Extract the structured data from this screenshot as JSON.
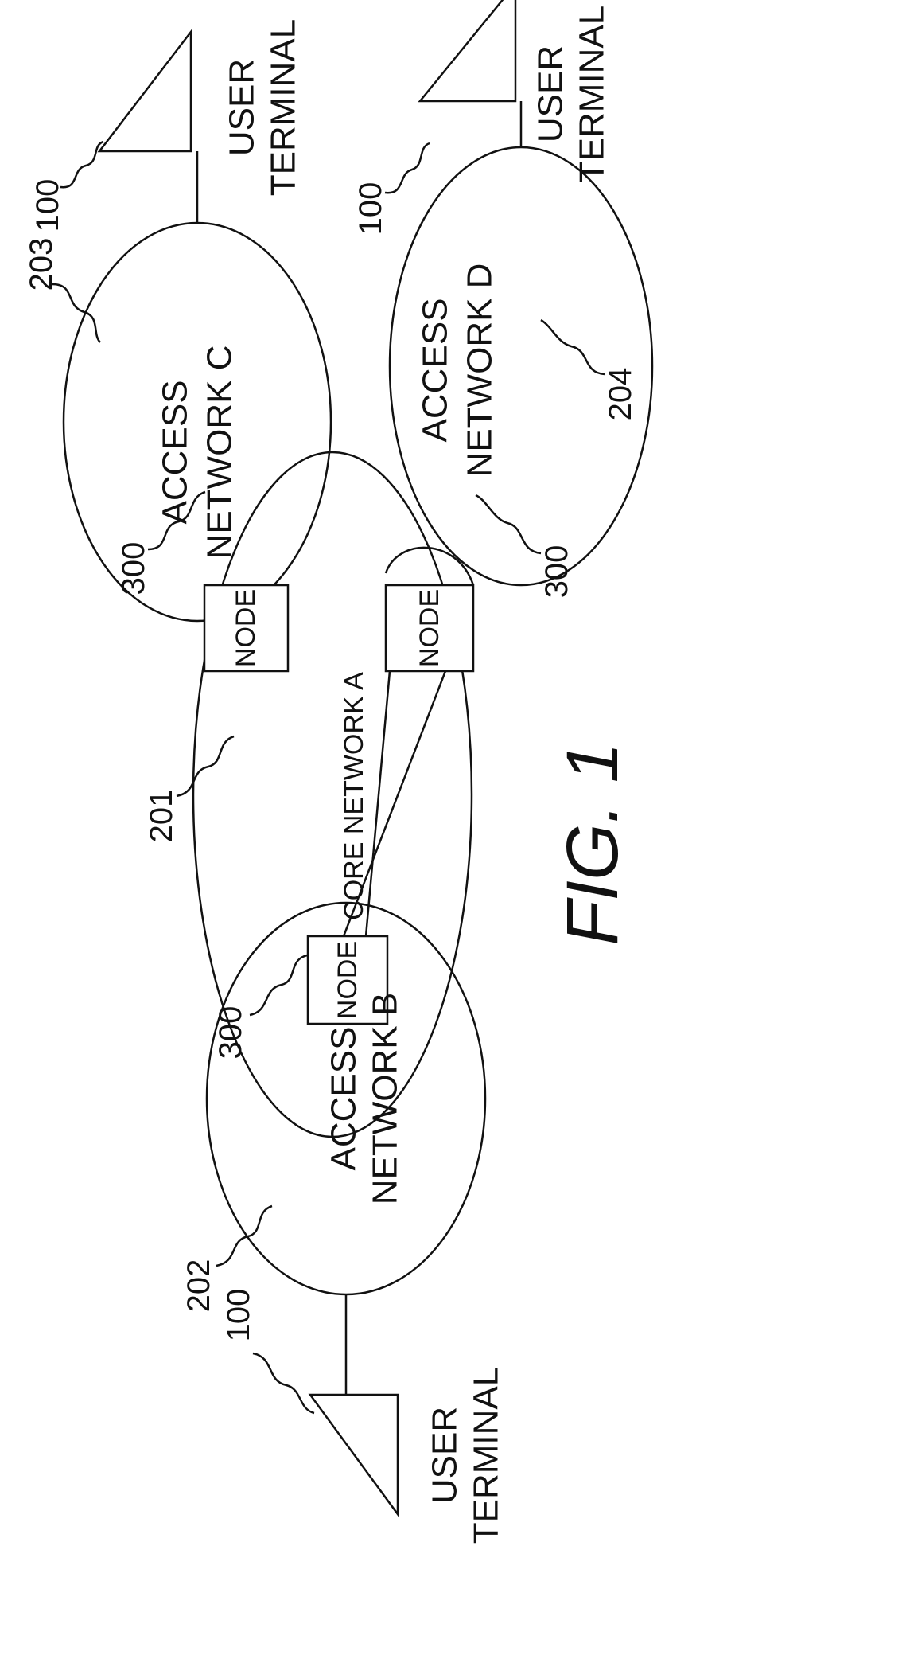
{
  "nodes": {
    "label": "NODE",
    "ref": "300"
  },
  "core_network": {
    "label": "CORE NETWORK A",
    "ref": "201"
  },
  "access_networks": {
    "b": {
      "line1": "ACCESS",
      "line2": "NETWORK B",
      "ref": "202"
    },
    "c": {
      "line1": "ACCESS",
      "line2": "NETWORK C",
      "ref": "203"
    },
    "d": {
      "line1": "ACCESS",
      "line2": "NETWORK D",
      "ref": "204"
    }
  },
  "user_terminals": {
    "line1": "USER",
    "line2": "TERMINAL",
    "ref": "100"
  },
  "figure_label": "FIG. 1"
}
